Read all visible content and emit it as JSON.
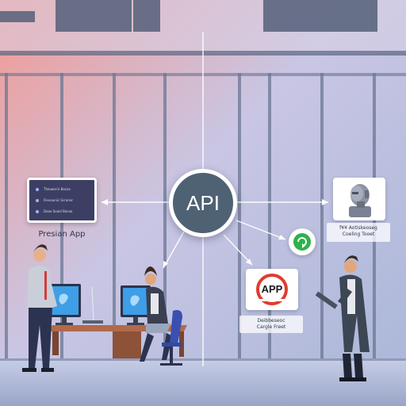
{
  "hub": {
    "label": "API"
  },
  "app_panel": {
    "rows": [
      "Theuaeriir Bocoe",
      "Flevoaniic Scrarier",
      "Deoe Soaid Bocoe"
    ],
    "label": "Presian App"
  },
  "robot_card": {
    "label_line1": "f¥¥ Aotiskeoseg",
    "label_line2": "Coeling Tooet"
  },
  "app_logo_card": {
    "logo_text": "APP",
    "label_line1": "Deibbeseoc",
    "label_line2": "Cargle Freet"
  },
  "colors": {
    "hub": "#4f6274",
    "panel": "#3c3f63",
    "accent_red": "#e23b2e",
    "accent_green": "#2fb14b",
    "sky_top": "#f0a0a0",
    "sky_mid": "#bfc6e6"
  }
}
